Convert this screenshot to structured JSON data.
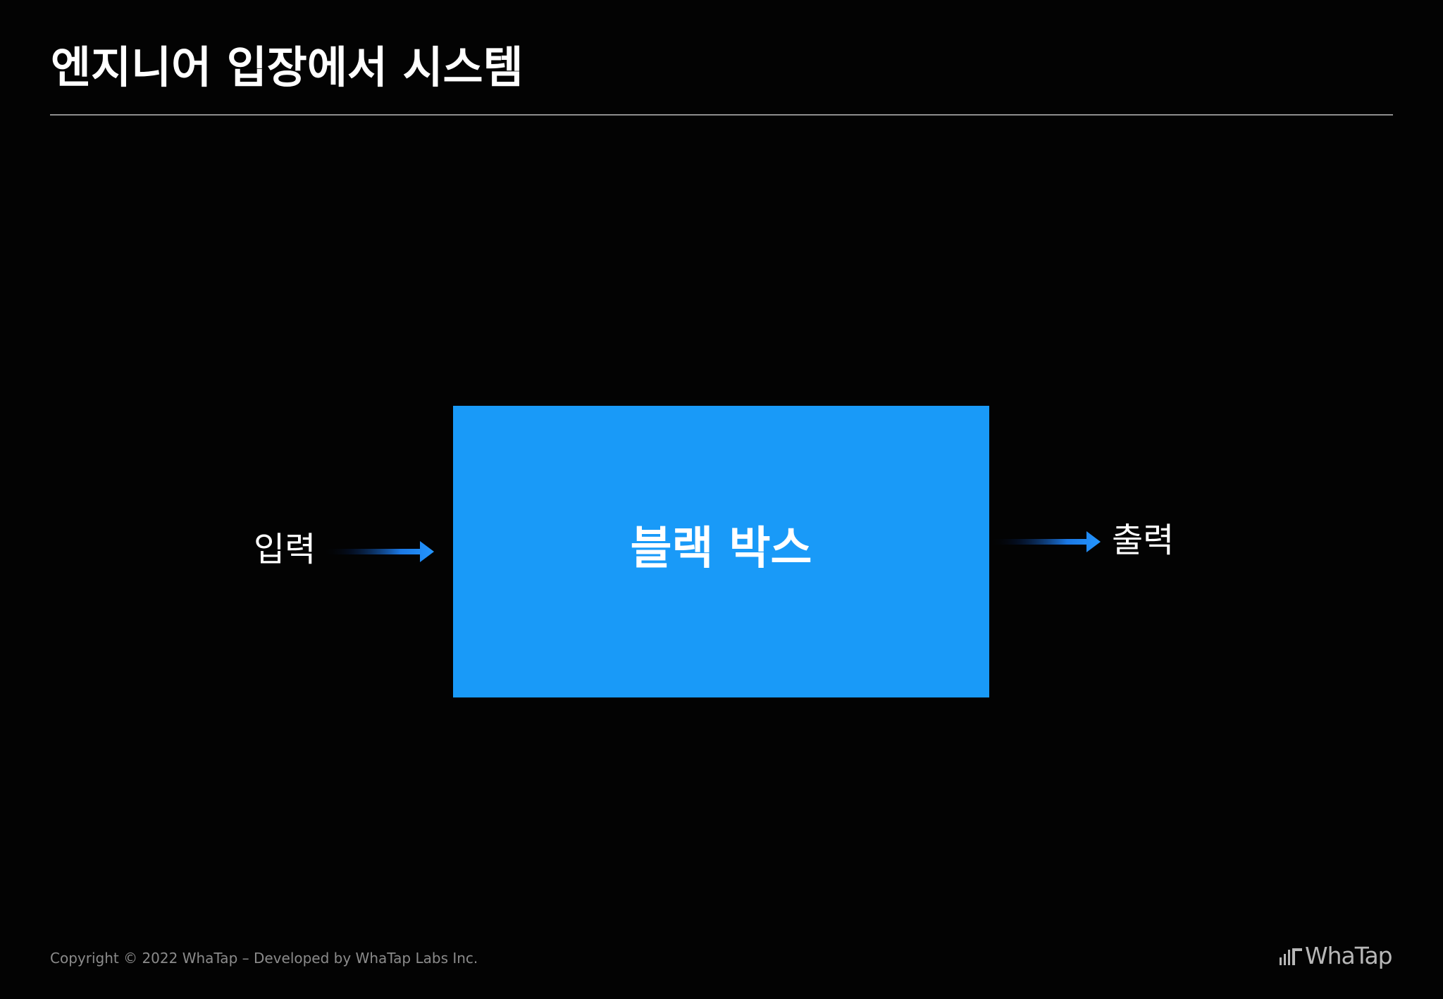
{
  "slide": {
    "title": "엔지니어 입장에서 시스템",
    "background_color": "#030303"
  },
  "diagram": {
    "input_label": "입력",
    "box_label": "블랙 박스",
    "output_label": "출력",
    "box_color": "#199af8",
    "arrow_color": "#2496ff"
  },
  "footer": {
    "copyright": "Copyright © 2022 WhaTap – Developed by WhaTap Labs Inc.",
    "brand_name": "WhaTap",
    "brand_icon": "whatap-bars-icon"
  }
}
